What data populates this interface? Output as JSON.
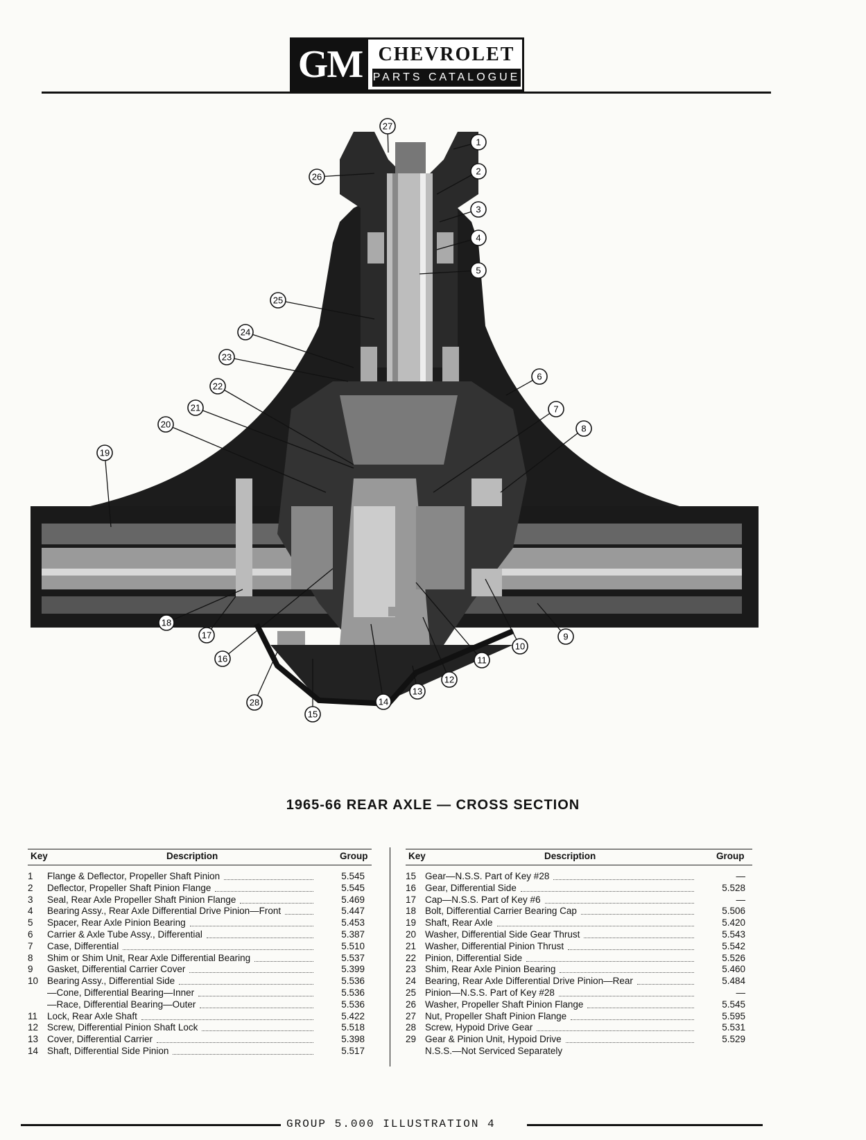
{
  "header": {
    "logo": "GM",
    "brand": "CHEVROLET",
    "subtitle": "PARTS CATALOGUE"
  },
  "diagram": {
    "callouts": [
      "1",
      "2",
      "3",
      "4",
      "5",
      "6",
      "7",
      "8",
      "9",
      "10",
      "11",
      "12",
      "13",
      "14",
      "15",
      "16",
      "17",
      "18",
      "19",
      "20",
      "21",
      "22",
      "23",
      "24",
      "25",
      "26",
      "27",
      "28"
    ]
  },
  "caption": "1965-66 REAR AXLE — CROSS SECTION",
  "table": {
    "headers": {
      "key": "Key",
      "description": "Description",
      "group": "Group"
    },
    "left": [
      {
        "key": "1",
        "desc": "Flange & Deflector, Propeller Shaft Pinion",
        "group": "5.545"
      },
      {
        "key": "2",
        "desc": "Deflector, Propeller Shaft Pinion Flange",
        "group": "5.545"
      },
      {
        "key": "3",
        "desc": "Seal, Rear Axle Propeller Shaft Pinion Flange",
        "group": "5.469"
      },
      {
        "key": "4",
        "desc": "Bearing Assy., Rear Axle Differential Drive Pinion—Front",
        "group": "5.447"
      },
      {
        "key": "5",
        "desc": "Spacer, Rear Axle Pinion Bearing",
        "group": "5.453"
      },
      {
        "key": "6",
        "desc": "Carrier & Axle Tube Assy., Differential",
        "group": "5.387"
      },
      {
        "key": "7",
        "desc": "Case, Differential",
        "group": "5.510"
      },
      {
        "key": "8",
        "desc": "Shim or Shim Unit, Rear Axle Differential Bearing",
        "group": "5.537"
      },
      {
        "key": "9",
        "desc": "Gasket, Differential Carrier Cover",
        "group": "5.399"
      },
      {
        "key": "10",
        "desc": "Bearing Assy., Differential Side",
        "group": "5.536"
      },
      {
        "key": "",
        "desc": "—Cone, Differential Bearing—Inner",
        "group": "5.536"
      },
      {
        "key": "",
        "desc": "—Race, Differential Bearing—Outer",
        "group": "5.536"
      },
      {
        "key": "11",
        "desc": "Lock, Rear Axle Shaft",
        "group": "5.422"
      },
      {
        "key": "12",
        "desc": "Screw, Differential Pinion Shaft Lock",
        "group": "5.518"
      },
      {
        "key": "13",
        "desc": "Cover, Differential Carrier",
        "group": "5.398"
      },
      {
        "key": "14",
        "desc": "Shaft, Differential Side Pinion",
        "group": "5.517"
      }
    ],
    "right": [
      {
        "key": "15",
        "desc": "Gear—N.S.S. Part of Key #28",
        "group": "—"
      },
      {
        "key": "16",
        "desc": "Gear, Differential Side",
        "group": "5.528"
      },
      {
        "key": "17",
        "desc": "Cap—N.S.S. Part of Key #6",
        "group": "—"
      },
      {
        "key": "18",
        "desc": "Bolt, Differential Carrier Bearing Cap",
        "group": "5.506"
      },
      {
        "key": "19",
        "desc": "Shaft, Rear Axle",
        "group": "5.420"
      },
      {
        "key": "20",
        "desc": "Washer, Differential Side Gear Thrust",
        "group": "5.543"
      },
      {
        "key": "21",
        "desc": "Washer, Differential Pinion Thrust",
        "group": "5.542"
      },
      {
        "key": "22",
        "desc": "Pinion, Differential Side",
        "group": "5.526"
      },
      {
        "key": "23",
        "desc": "Shim, Rear Axle Pinion Bearing",
        "group": "5.460"
      },
      {
        "key": "24",
        "desc": "Bearing, Rear Axle Differential Drive Pinion—Rear",
        "group": "5.484"
      },
      {
        "key": "25",
        "desc": "Pinion—N.S.S. Part of Key #28",
        "group": "—"
      },
      {
        "key": "26",
        "desc": "Washer, Propeller Shaft Pinion Flange",
        "group": "5.545"
      },
      {
        "key": "27",
        "desc": "Nut, Propeller Shaft Pinion Flange",
        "group": "5.595"
      },
      {
        "key": "28",
        "desc": "Screw, Hypoid Drive Gear",
        "group": "5.531"
      },
      {
        "key": "29",
        "desc": "Gear & Pinion Unit, Hypoid Drive",
        "group": "5.529"
      },
      {
        "key": "",
        "desc": "N.S.S.—Not Serviced Separately",
        "group": ""
      }
    ]
  },
  "footer": "GROUP 5.000  ILLUSTRATION 4"
}
